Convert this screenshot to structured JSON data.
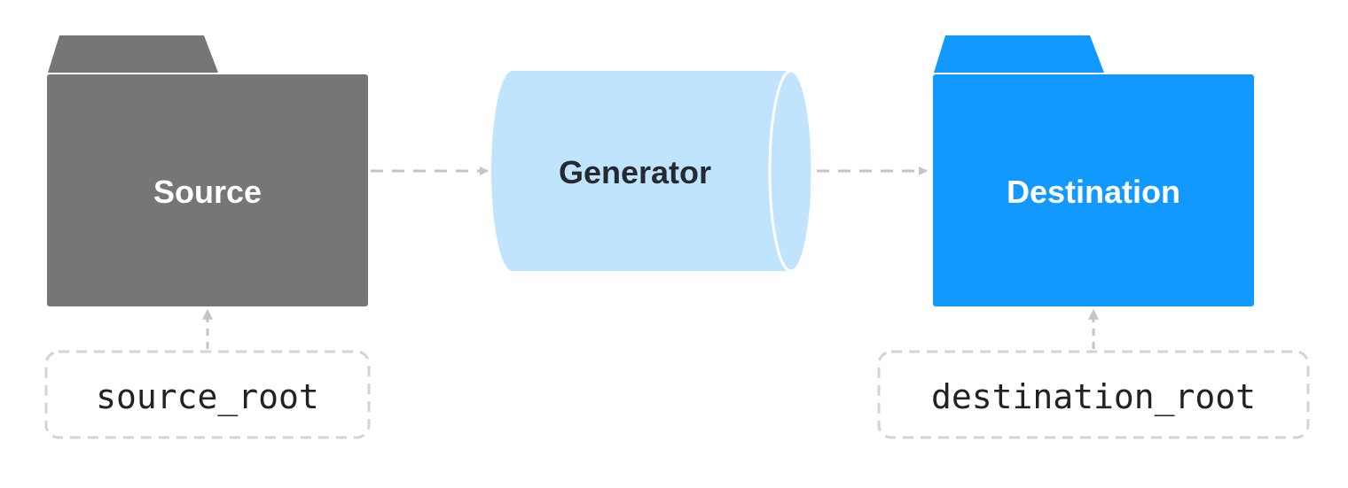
{
  "nodes": {
    "source": {
      "label": "Source",
      "color": "#767676",
      "text_color": "#ffffff"
    },
    "generator": {
      "label": "Generator",
      "color": "#c0e4fd",
      "text_color": "#262a30"
    },
    "destination": {
      "label": "Destination",
      "color": "#1199ff",
      "text_color": "#ffffff"
    }
  },
  "params": {
    "source_root": "source_root",
    "destination_root": "destination_root"
  },
  "edges": [
    {
      "from": "source",
      "to": "generator",
      "style": "dashed"
    },
    {
      "from": "generator",
      "to": "destination",
      "style": "dashed"
    },
    {
      "from": "source_root",
      "to": "source",
      "style": "dashed"
    },
    {
      "from": "destination_root",
      "to": "destination",
      "style": "dashed"
    }
  ],
  "icons": {
    "source": "folder-icon",
    "generator": "cylinder-icon",
    "destination": "folder-icon"
  },
  "colors": {
    "connector": "#c4c4c4",
    "param_border": "#d4d4d4"
  }
}
